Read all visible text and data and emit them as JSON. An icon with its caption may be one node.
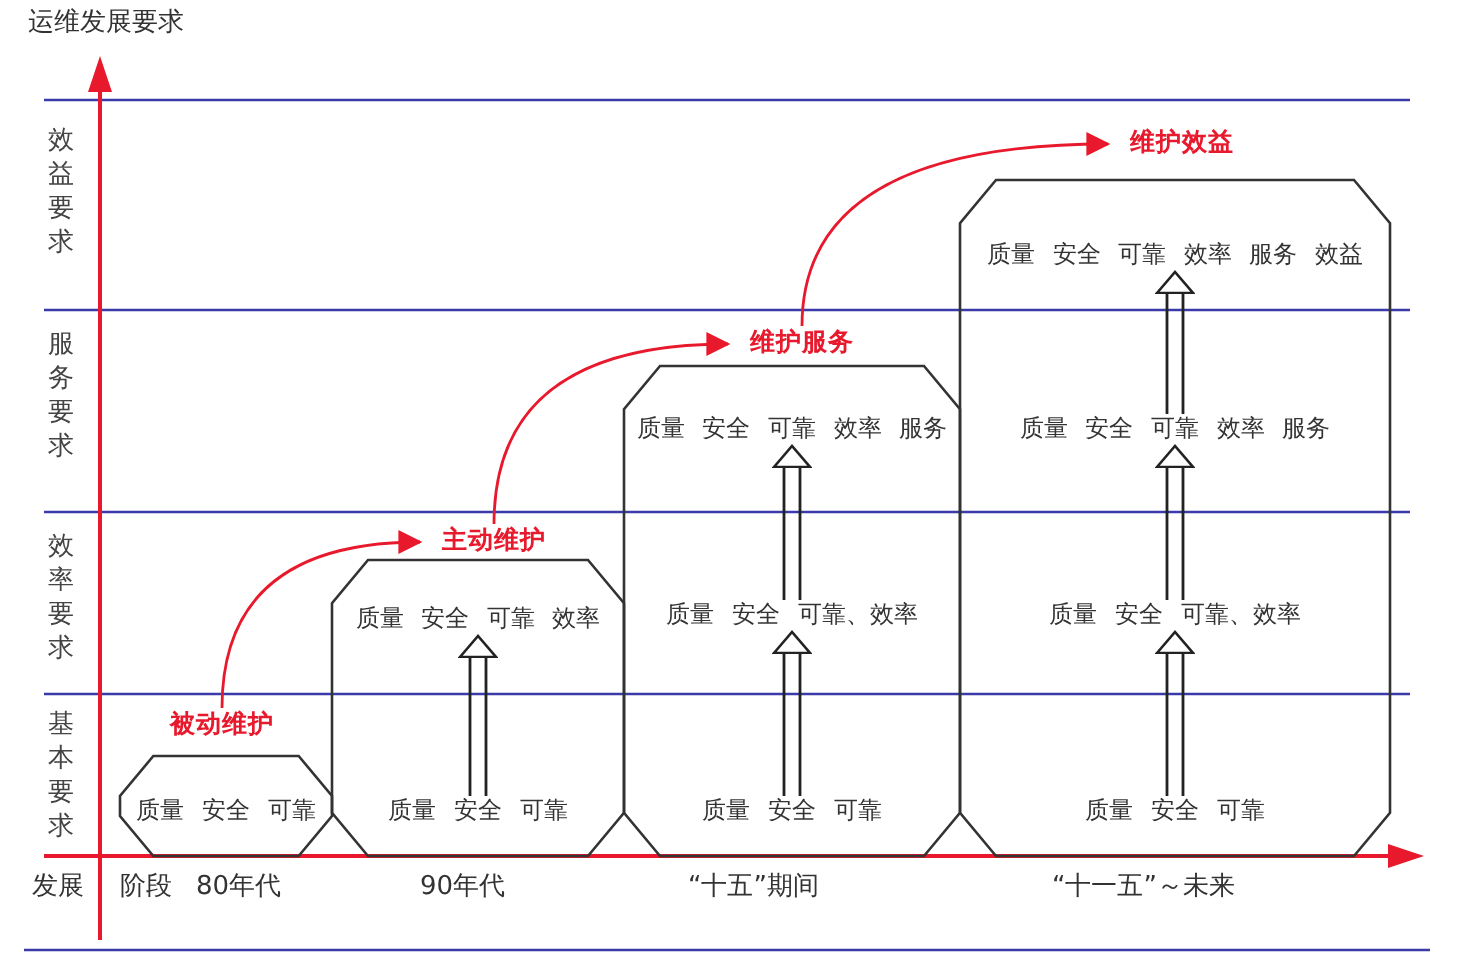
{
  "diagram": {
    "nodes": [
      {
        "text": [],
        "shape": "octagon"
      },
      {
        "text": [
          "质量 安全 可靠"
        ],
        "in": 0
      },
      {
        "text": [
          "被动维护"
        ]
      },
      {
        "text": [],
        "shape": "octagon"
      },
      {
        "text": [
          "质量 安全 可靠"
        ],
        "in": 3
      },
      {
        "text": [
          "质量 安全 可靠 效率"
        ],
        "in": 3
      },
      {
        "text": [
          "主动维护"
        ]
      },
      {
        "text": [],
        "shape": "octagon"
      },
      {
        "text": [
          "质量 安全 可靠"
        ],
        "in": 7
      },
      {
        "text": [
          "质量 安全 可靠、效率"
        ],
        "in": 7
      },
      {
        "text": [
          "质量 安全 可靠 效率 服务"
        ],
        "in": 7
      },
      {
        "text": [
          "维护服务"
        ]
      },
      {
        "text": [],
        "shape": "octagon"
      },
      {
        "text": [
          "质量 安全 可靠"
        ],
        "in": 12
      },
      {
        "text": [
          "质量 安全 可靠、效率"
        ],
        "in": 12
      },
      {
        "text": [
          "质量 安全 可靠 效率 服务"
        ],
        "in": 12
      },
      {
        "text": [
          "质量 安全 可靠 效率 服务 效益"
        ],
        "in": 12
      },
      {
        "text": [
          "维护效益"
        ]
      }
    ],
    "edges": [
      {
        "from": 4,
        "to": 5,
        "arrow": "to"
      },
      {
        "from": 8,
        "to": 9,
        "arrow": "to"
      },
      {
        "from": 9,
        "to": 10,
        "arrow": "to"
      },
      {
        "from": 13,
        "to": 14,
        "arrow": "to"
      },
      {
        "from": 14,
        "to": 15,
        "arrow": "to"
      },
      {
        "from": 15,
        "to": 16,
        "arrow": "to"
      },
      {
        "from": 2,
        "to": 6,
        "arrow": "to",
        "color": "#e8192c"
      },
      {
        "from": 6,
        "to": 11,
        "arrow": "to",
        "color": "#e8192c"
      },
      {
        "from": 11,
        "to": 17,
        "arrow": "to",
        "color": "#e8192c"
      }
    ],
    "labels": [
      "运维发展要求",
      "效益要求",
      "服务要求",
      "效率要求",
      "基本要求",
      "发展",
      "阶段",
      "80年代",
      "90年代",
      "“十五”期间",
      "“十一五”～未来"
    ]
  }
}
